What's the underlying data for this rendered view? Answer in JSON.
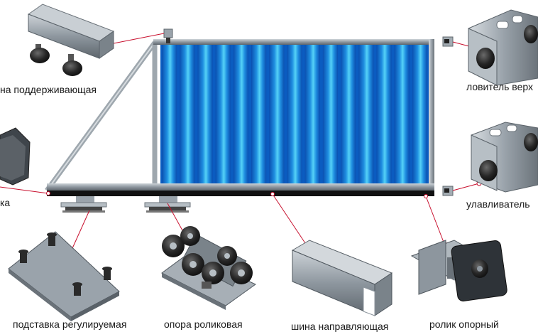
{
  "labels": {
    "support_rail": "на поддерживающая",
    "top_catcher": "ловитель верх",
    "left_end": "ка",
    "lower_catcher": "улавливатель",
    "adjustable_base": "подставка регулируемая",
    "roller_support": "опора роликовая",
    "guide_rail": "шина направляющая",
    "support_roller": "ролик опорный"
  },
  "colors": {
    "panel_light": "#3ec3f0",
    "panel_dark": "#0a5fc0",
    "frame": "#b9c2c9",
    "steel": "#8d969e",
    "leader": "#c8102e"
  }
}
